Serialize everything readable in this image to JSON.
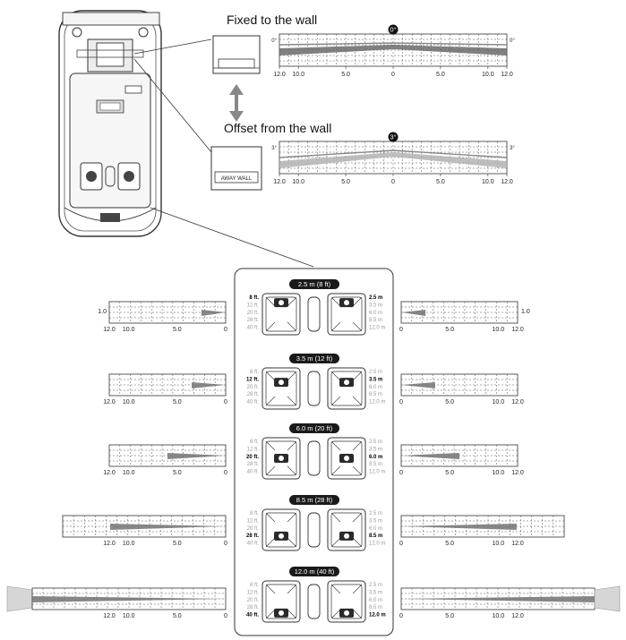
{
  "headings": {
    "fixed": "Fixed to the wall",
    "offset": "Offset from the wall"
  },
  "device": {
    "plate_label": "AWAY WALL"
  },
  "top_charts": [
    {
      "badge": "0°",
      "left_angle": "0°",
      "right_angle": "0°",
      "ticks": [
        "12.0",
        "10.0",
        "5.0",
        "0",
        "5.0",
        "10.0",
        "12.0"
      ],
      "band_color": "#6a6a6a"
    },
    {
      "badge": "3°",
      "left_angle": "3°",
      "right_angle": "3°",
      "ticks": [
        "12.0",
        "10.0",
        "5.0",
        "0",
        "5.0",
        "10.0",
        "12.0"
      ],
      "band_color": "#b3b3b3"
    }
  ],
  "distance_labels_ft": [
    "8 ft.",
    "12 ft.",
    "20 ft.",
    "28 ft.",
    "40 ft."
  ],
  "distance_labels_m": [
    "2.5 m",
    "3.5 m",
    "6.0 m",
    "8.5 m",
    "12.0 m"
  ],
  "settings": [
    {
      "label": "2.5 m (8 ft)",
      "active": 0,
      "side_value": "1.0",
      "range_m": 2.5
    },
    {
      "label": "3.5 m (12 ft)",
      "active": 1,
      "side_value": "",
      "range_m": 3.5
    },
    {
      "label": "6.0 m (20 ft)",
      "active": 2,
      "side_value": "",
      "range_m": 6.0
    },
    {
      "label": "8.5 m (28 ft)",
      "active": 3,
      "side_value": "",
      "range_m": 8.5
    },
    {
      "label": "12.0 m (40 ft)",
      "active": 4,
      "side_value": "",
      "range_m": 12.0
    }
  ],
  "side_ticks_left": [
    "12.0",
    "10.0",
    "5.0",
    "0"
  ],
  "side_ticks_right": [
    "0",
    "5.0",
    "10.0",
    "12.0"
  ],
  "colors": {
    "line": "#333333",
    "band_dark": "#7a7a7a",
    "band_light": "#b8b8b8",
    "pill": "#1a1a1a"
  }
}
